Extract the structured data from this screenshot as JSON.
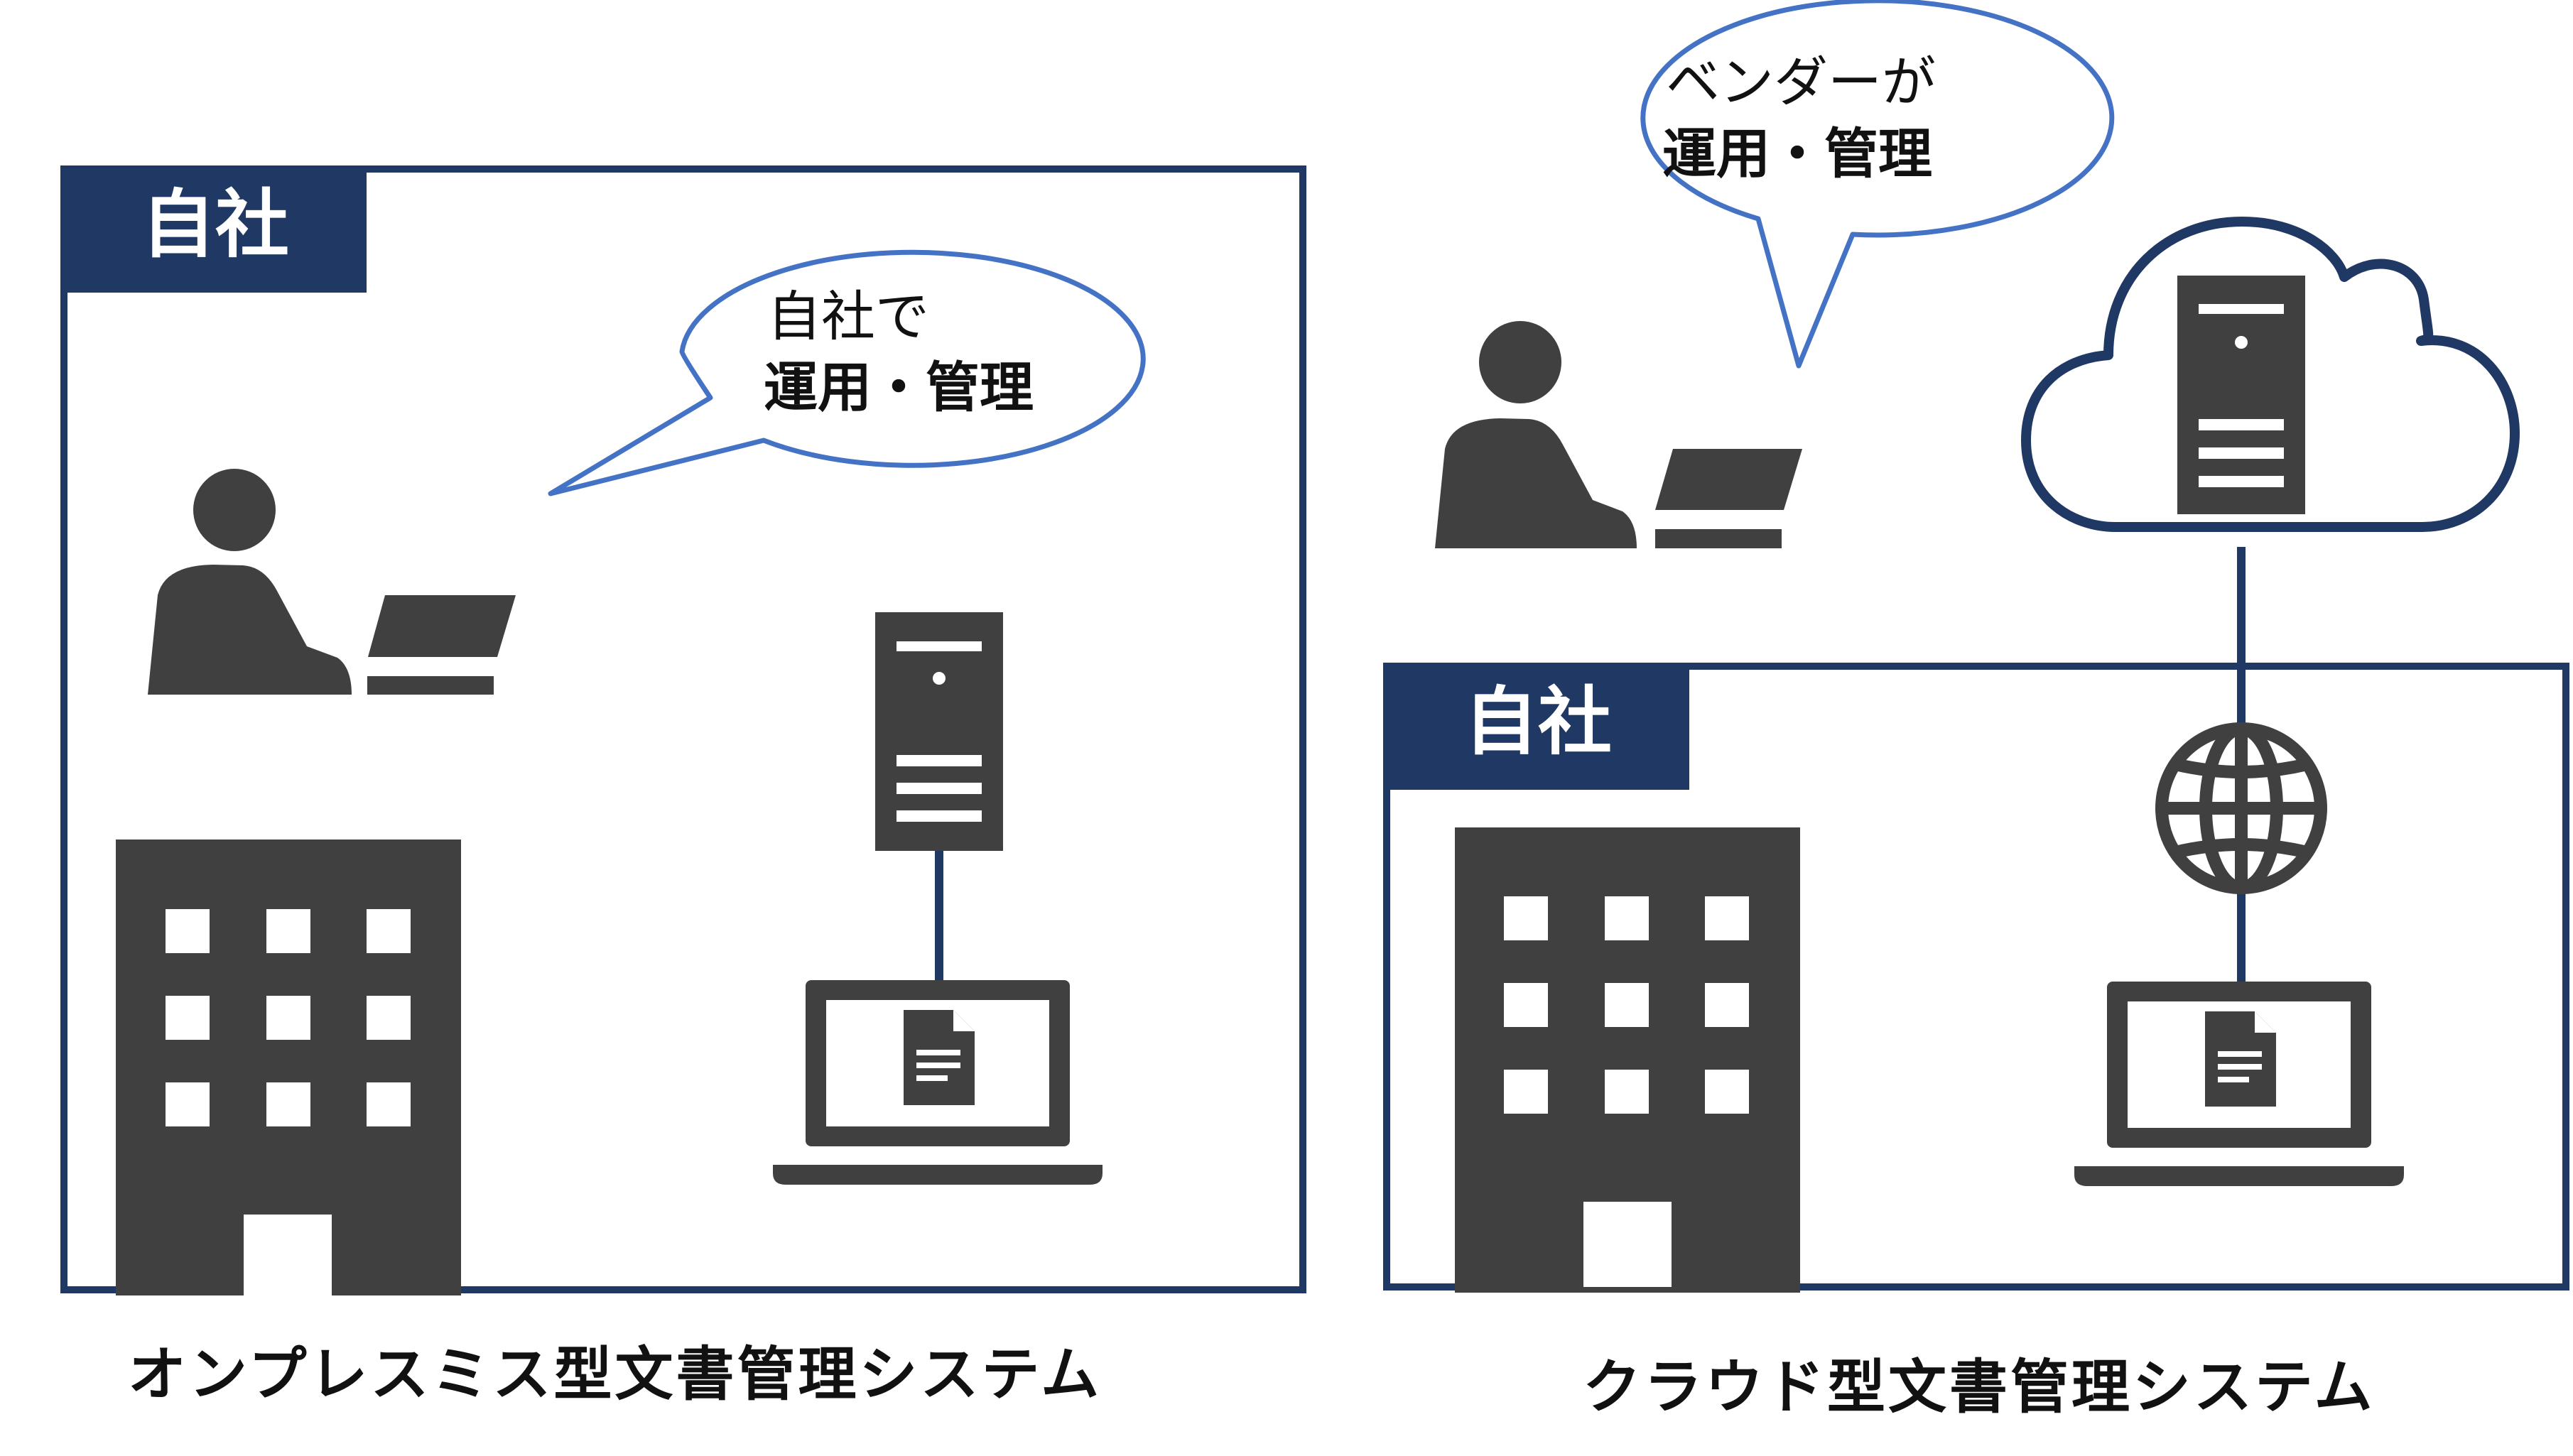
{
  "colors": {
    "navy": "#1f3864",
    "dark_gray": "#404040",
    "bubble_blue": "#4472c4",
    "white": "#ffffff"
  },
  "left_panel": {
    "tag": "自社",
    "bubble": {
      "line1": "自社で",
      "line2": "運用・管理"
    },
    "caption": "オンプレスミス型文書管理システム",
    "icons": [
      "person-at-laptop-icon",
      "building-icon",
      "server-icon",
      "laptop-document-icon"
    ]
  },
  "right_panel": {
    "tag": "自社",
    "bubble": {
      "line1": "ベンダーが",
      "line2": "運用・管理"
    },
    "caption": "クラウド型文書管理システム",
    "icons": [
      "person-at-laptop-icon",
      "cloud-server-icon",
      "globe-icon",
      "building-icon",
      "laptop-document-icon"
    ]
  }
}
